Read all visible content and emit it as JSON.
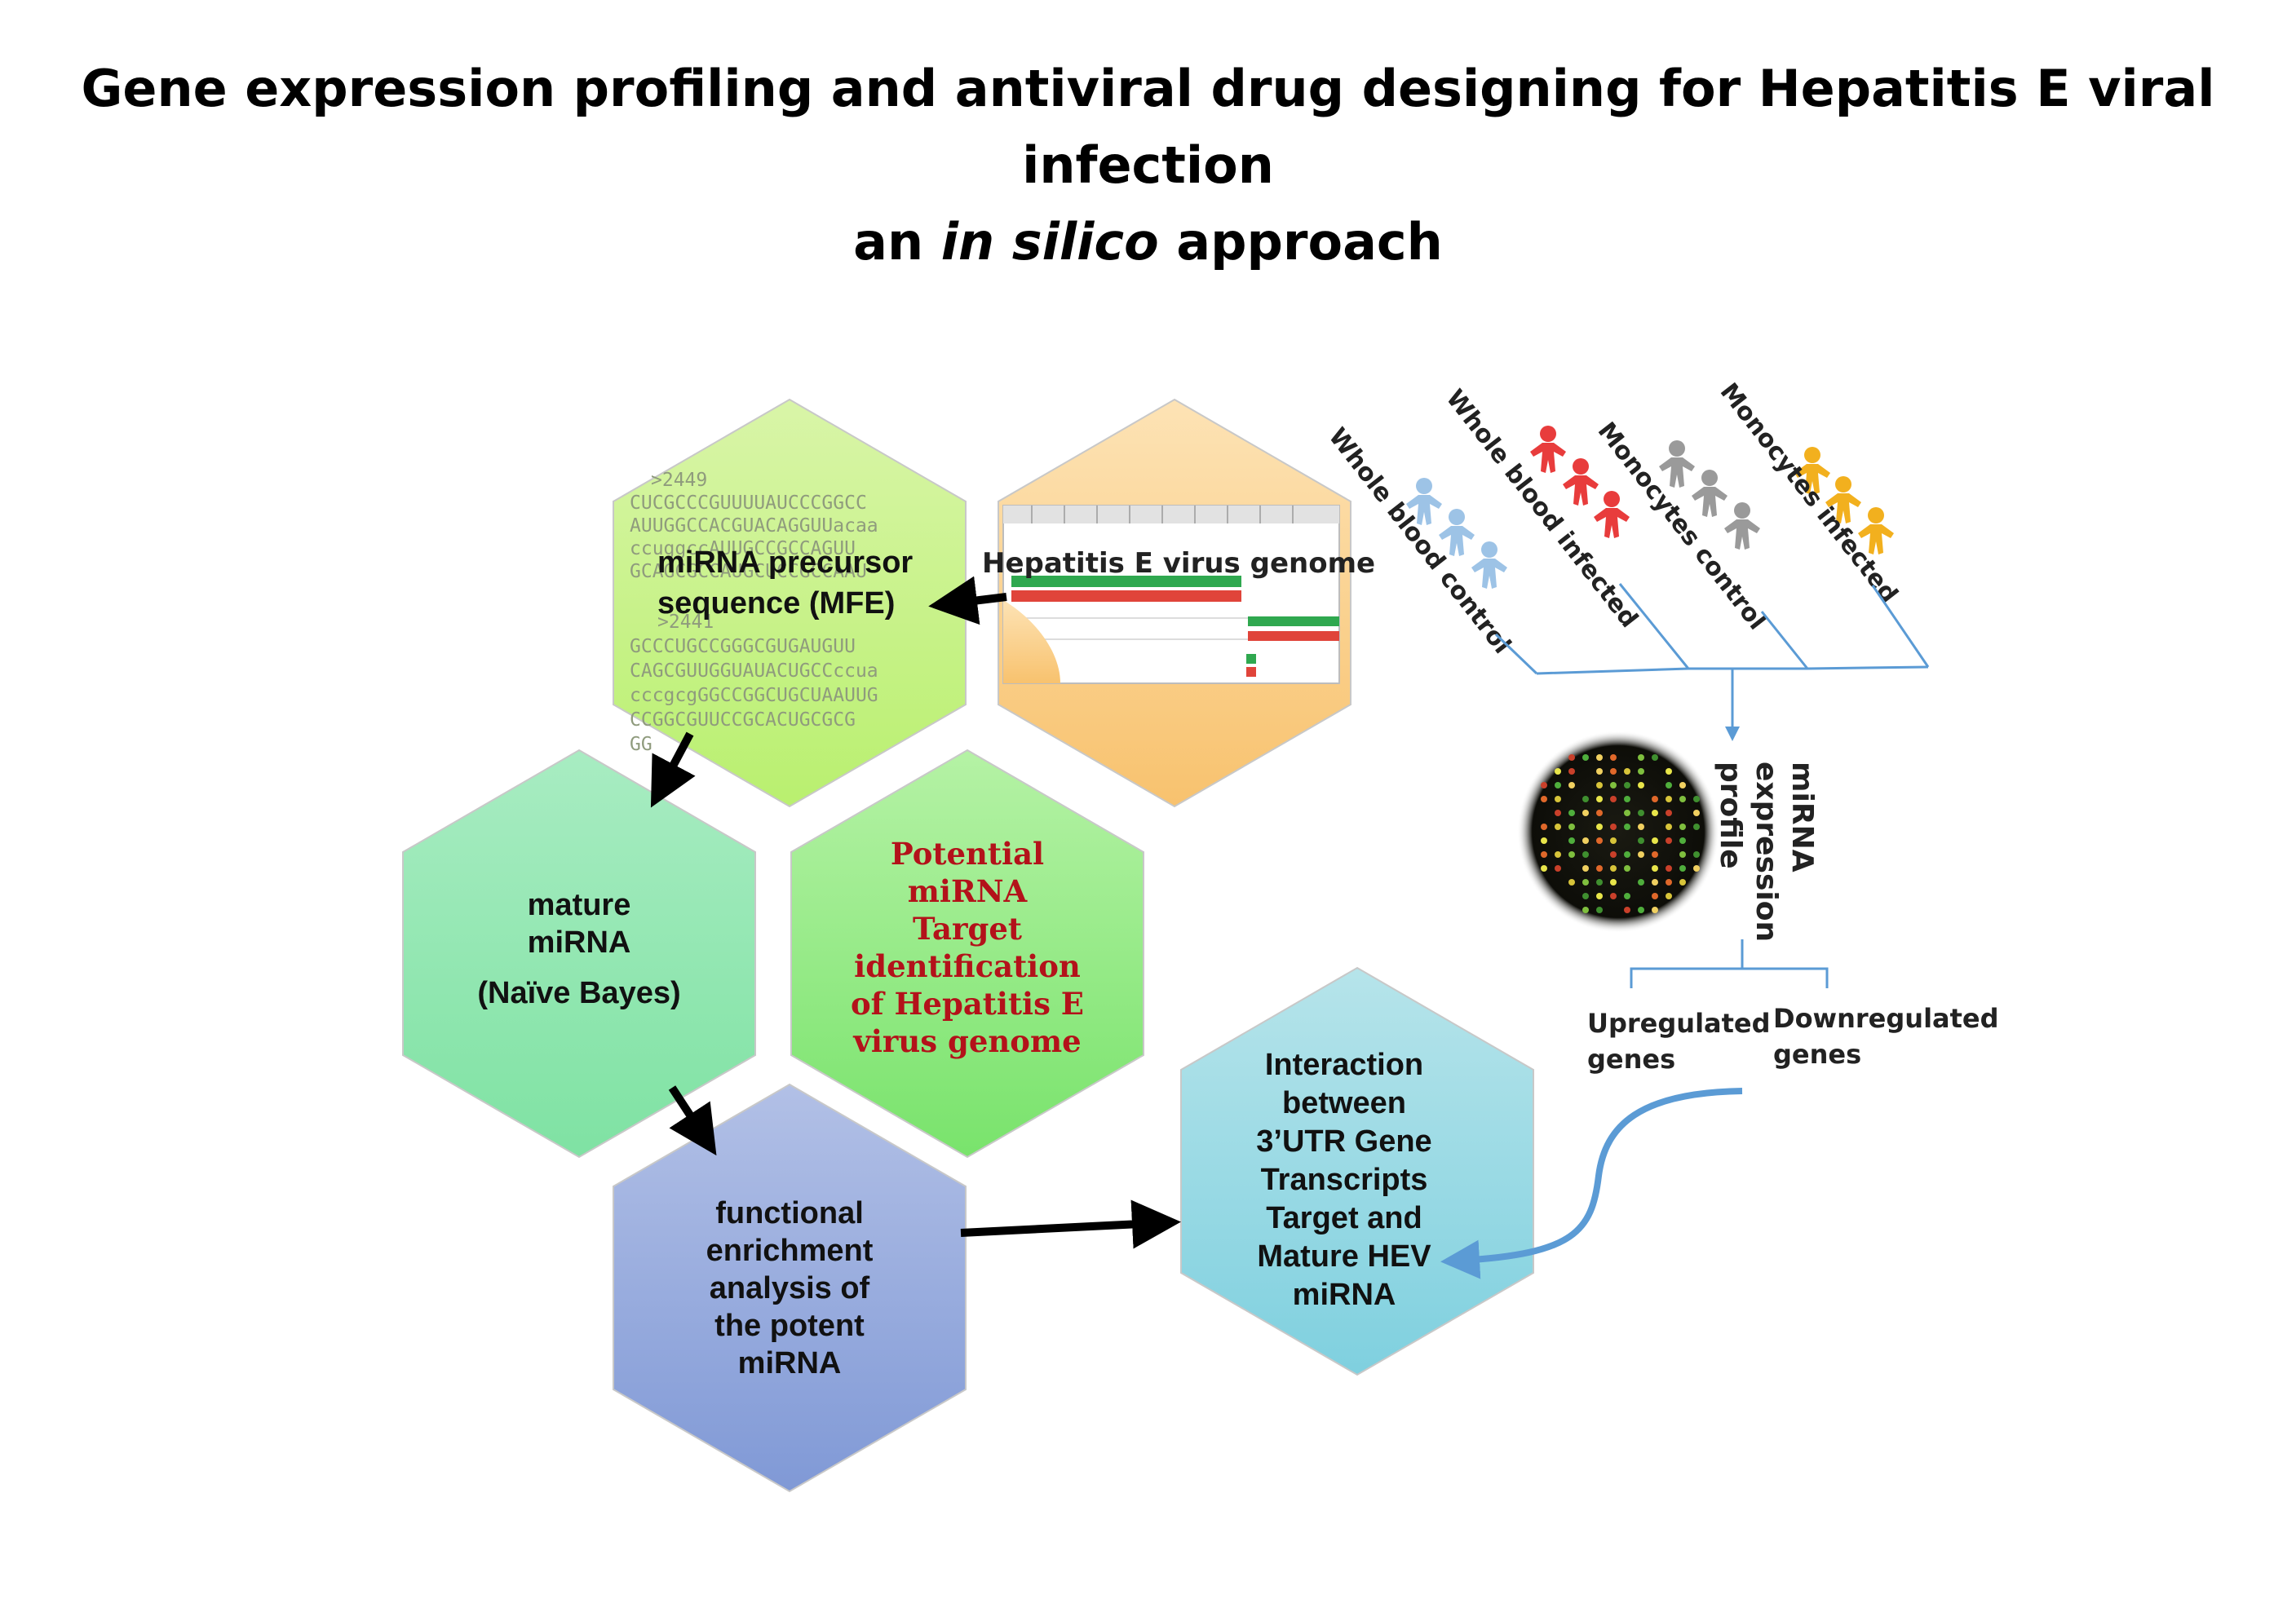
{
  "title": {
    "line1": "Gene expression profiling and antiviral drug designing for Hepatitis E viral infection",
    "line2_pre": "an ",
    "line2_em": "in silico",
    "line2_post": " approach"
  },
  "hexagons": {
    "precursor": {
      "label_lines": [
        "miRNA precursor",
        "sequence (MFE)"
      ],
      "sequence_lines": [
        ">2449",
        "CUCGCCCGUUUUAUCCCGGCC",
        "AUUGGCCACGUACAGGUUacaa",
        "ccuggccAUUGCCGCCAGUU",
        "GCAGCGCCAUGCUCCGCCAAU",
        ">2441",
        "GCCCUGCCGGGCGUGAUGUU",
        "CAGCGUUGGUAUACUGCCccua",
        "cccgcgGGCCGGCUGCUAAUUG",
        "CCGGCGUUCCGCACUGCGCG",
        "GG"
      ]
    },
    "genome": {
      "label": "Hepatitis E virus genome"
    },
    "mature": {
      "label_lines": [
        "mature",
        "miRNA",
        "(Naïve Bayes)"
      ]
    },
    "target": {
      "label_lines": [
        "Potential",
        "miRNA",
        "Target",
        "identification",
        "of Hepatitis E",
        "virus genome"
      ]
    },
    "enrichment": {
      "label_lines": [
        "functional",
        "enrichment",
        "analysis of",
        "the potent",
        "miRNA"
      ]
    },
    "interaction": {
      "label_lines": [
        "Interaction",
        "between",
        "3’UTR Gene",
        "Transcripts",
        "Target and",
        "Mature HEV",
        "miRNA"
      ]
    }
  },
  "samples": {
    "groups": [
      {
        "label": "Whole blood control",
        "color": "#9dc3e6"
      },
      {
        "label": "Whole blood infected",
        "color": "#e83c3c"
      },
      {
        "label": "Monocytes control",
        "color": "#9a9a9a"
      },
      {
        "label": "Monocytes infected",
        "color": "#f2b01e"
      }
    ]
  },
  "profile": {
    "label_lines": [
      "miRNA",
      "expression",
      "profile"
    ]
  },
  "outcomes": {
    "up_lines": [
      "Upregulated",
      "genes"
    ],
    "down_lines": [
      "Downregulated",
      "genes"
    ]
  },
  "colors": {
    "line_blue": "#5b9bd5",
    "arrow": "#000000"
  }
}
